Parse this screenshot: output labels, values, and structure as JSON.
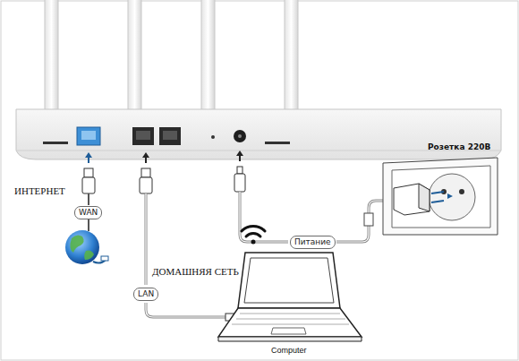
{
  "diagram": {
    "nodes": [
      {
        "text": [
          "WAN"
        ]
      },
      {
        "text": [
          "LAN"
        ]
      },
      {
        "text": [
          "Питание"
        ]
      }
    ],
    "labels": [
      "ИНТЕРНЕТ",
      "ДОМАШНЯЯ СЕТЬ",
      "Розетка 220В",
      "Computer"
    ]
  }
}
